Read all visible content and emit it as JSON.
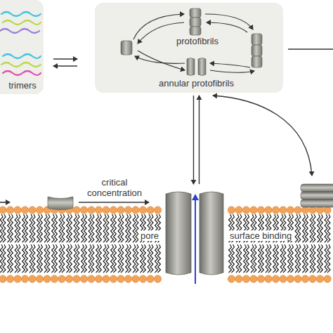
{
  "diagram": {
    "nodes": [
      {
        "text": [
          "trimers"
        ]
      },
      {
        "text": [
          "protofibrils"
        ]
      },
      {
        "text": [
          "annular protofibrils"
        ]
      },
      {
        "text": [
          "pore"
        ]
      },
      {
        "text": [
          "surface binding"
        ]
      }
    ],
    "edges": [
      {
        "from": 2,
        "to": 3,
        "arrow": "both"
      },
      {
        "from": 2,
        "to": 4,
        "arrow": "both"
      }
    ],
    "labels": [
      "critical concentration"
    ]
  }
}
